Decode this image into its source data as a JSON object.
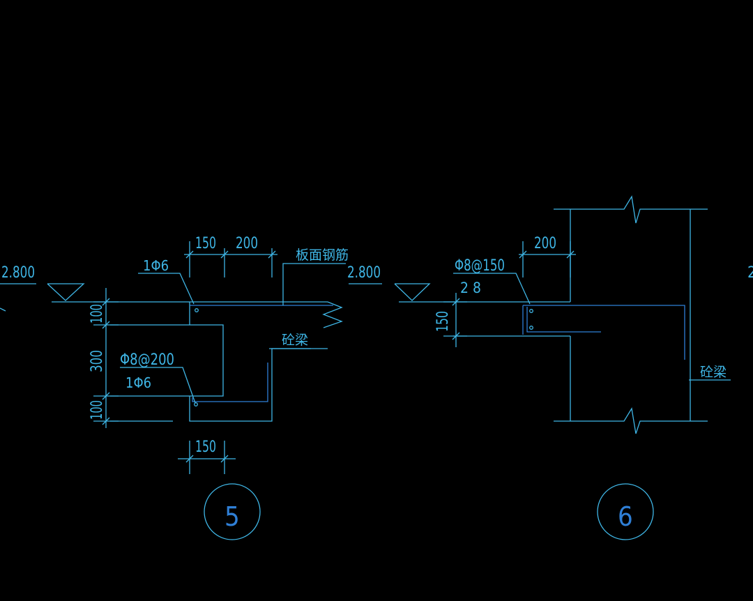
{
  "colors": {
    "background": "#000000",
    "line_cyan": "#3fb6e6",
    "rebar_blue": "#2f7fd6",
    "text": "#3fb6e6"
  },
  "detail5": {
    "elevation": "2.800",
    "dim_top_1": "150",
    "dim_top_2": "200",
    "slab_rebar_label": "板面钢筋",
    "rebar_top_label": "1Φ6",
    "stirrup_label": "Φ8@200",
    "rebar_bottom_label": "1Φ6",
    "beam_label": "砼梁",
    "dim_left_1": "100",
    "dim_left_2": "300",
    "dim_left_3": "100",
    "dim_bottom": "150",
    "detail_number": "5"
  },
  "detail6": {
    "elevation": "2.800",
    "dim_top": "200",
    "stirrup_label": "Φ8@150",
    "rebar_label": "2 8",
    "dim_left": "150",
    "beam_label": "砼梁",
    "detail_number": "6"
  },
  "edge": {
    "right_fragment": "2"
  }
}
